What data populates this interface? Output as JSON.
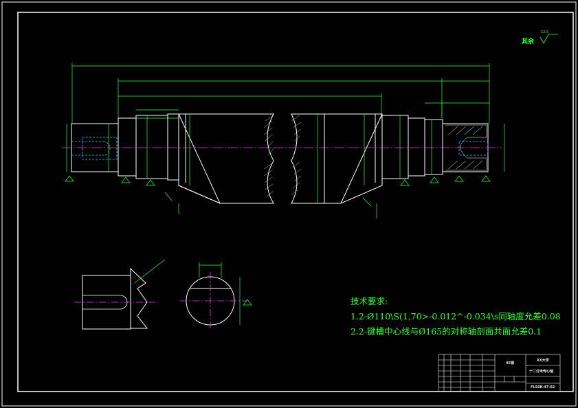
{
  "drawing": {
    "colors": {
      "background": "#000000",
      "frame": "#ffffff",
      "dimension": "#33ff33",
      "centerline": "#ff33ff",
      "hidden": "#33ccff",
      "hatch": "#ffffff"
    },
    "roughness_note": {
      "label": "其余",
      "value": "12.5"
    }
  },
  "tech_requirements": {
    "title": "技术要求:",
    "items": [
      "1.2-Ø110\\S(1,70>-0.012^-0.034\\s同轴度允差0.08",
      "2.2-键槽中心线与Ø165的对称轴剖面共面允差0.1"
    ]
  },
  "title_block": {
    "company": "XX大学",
    "part_name": "十二分米传心轴",
    "drawing_number": "FLS0K-47-02",
    "material": "45钢"
  }
}
